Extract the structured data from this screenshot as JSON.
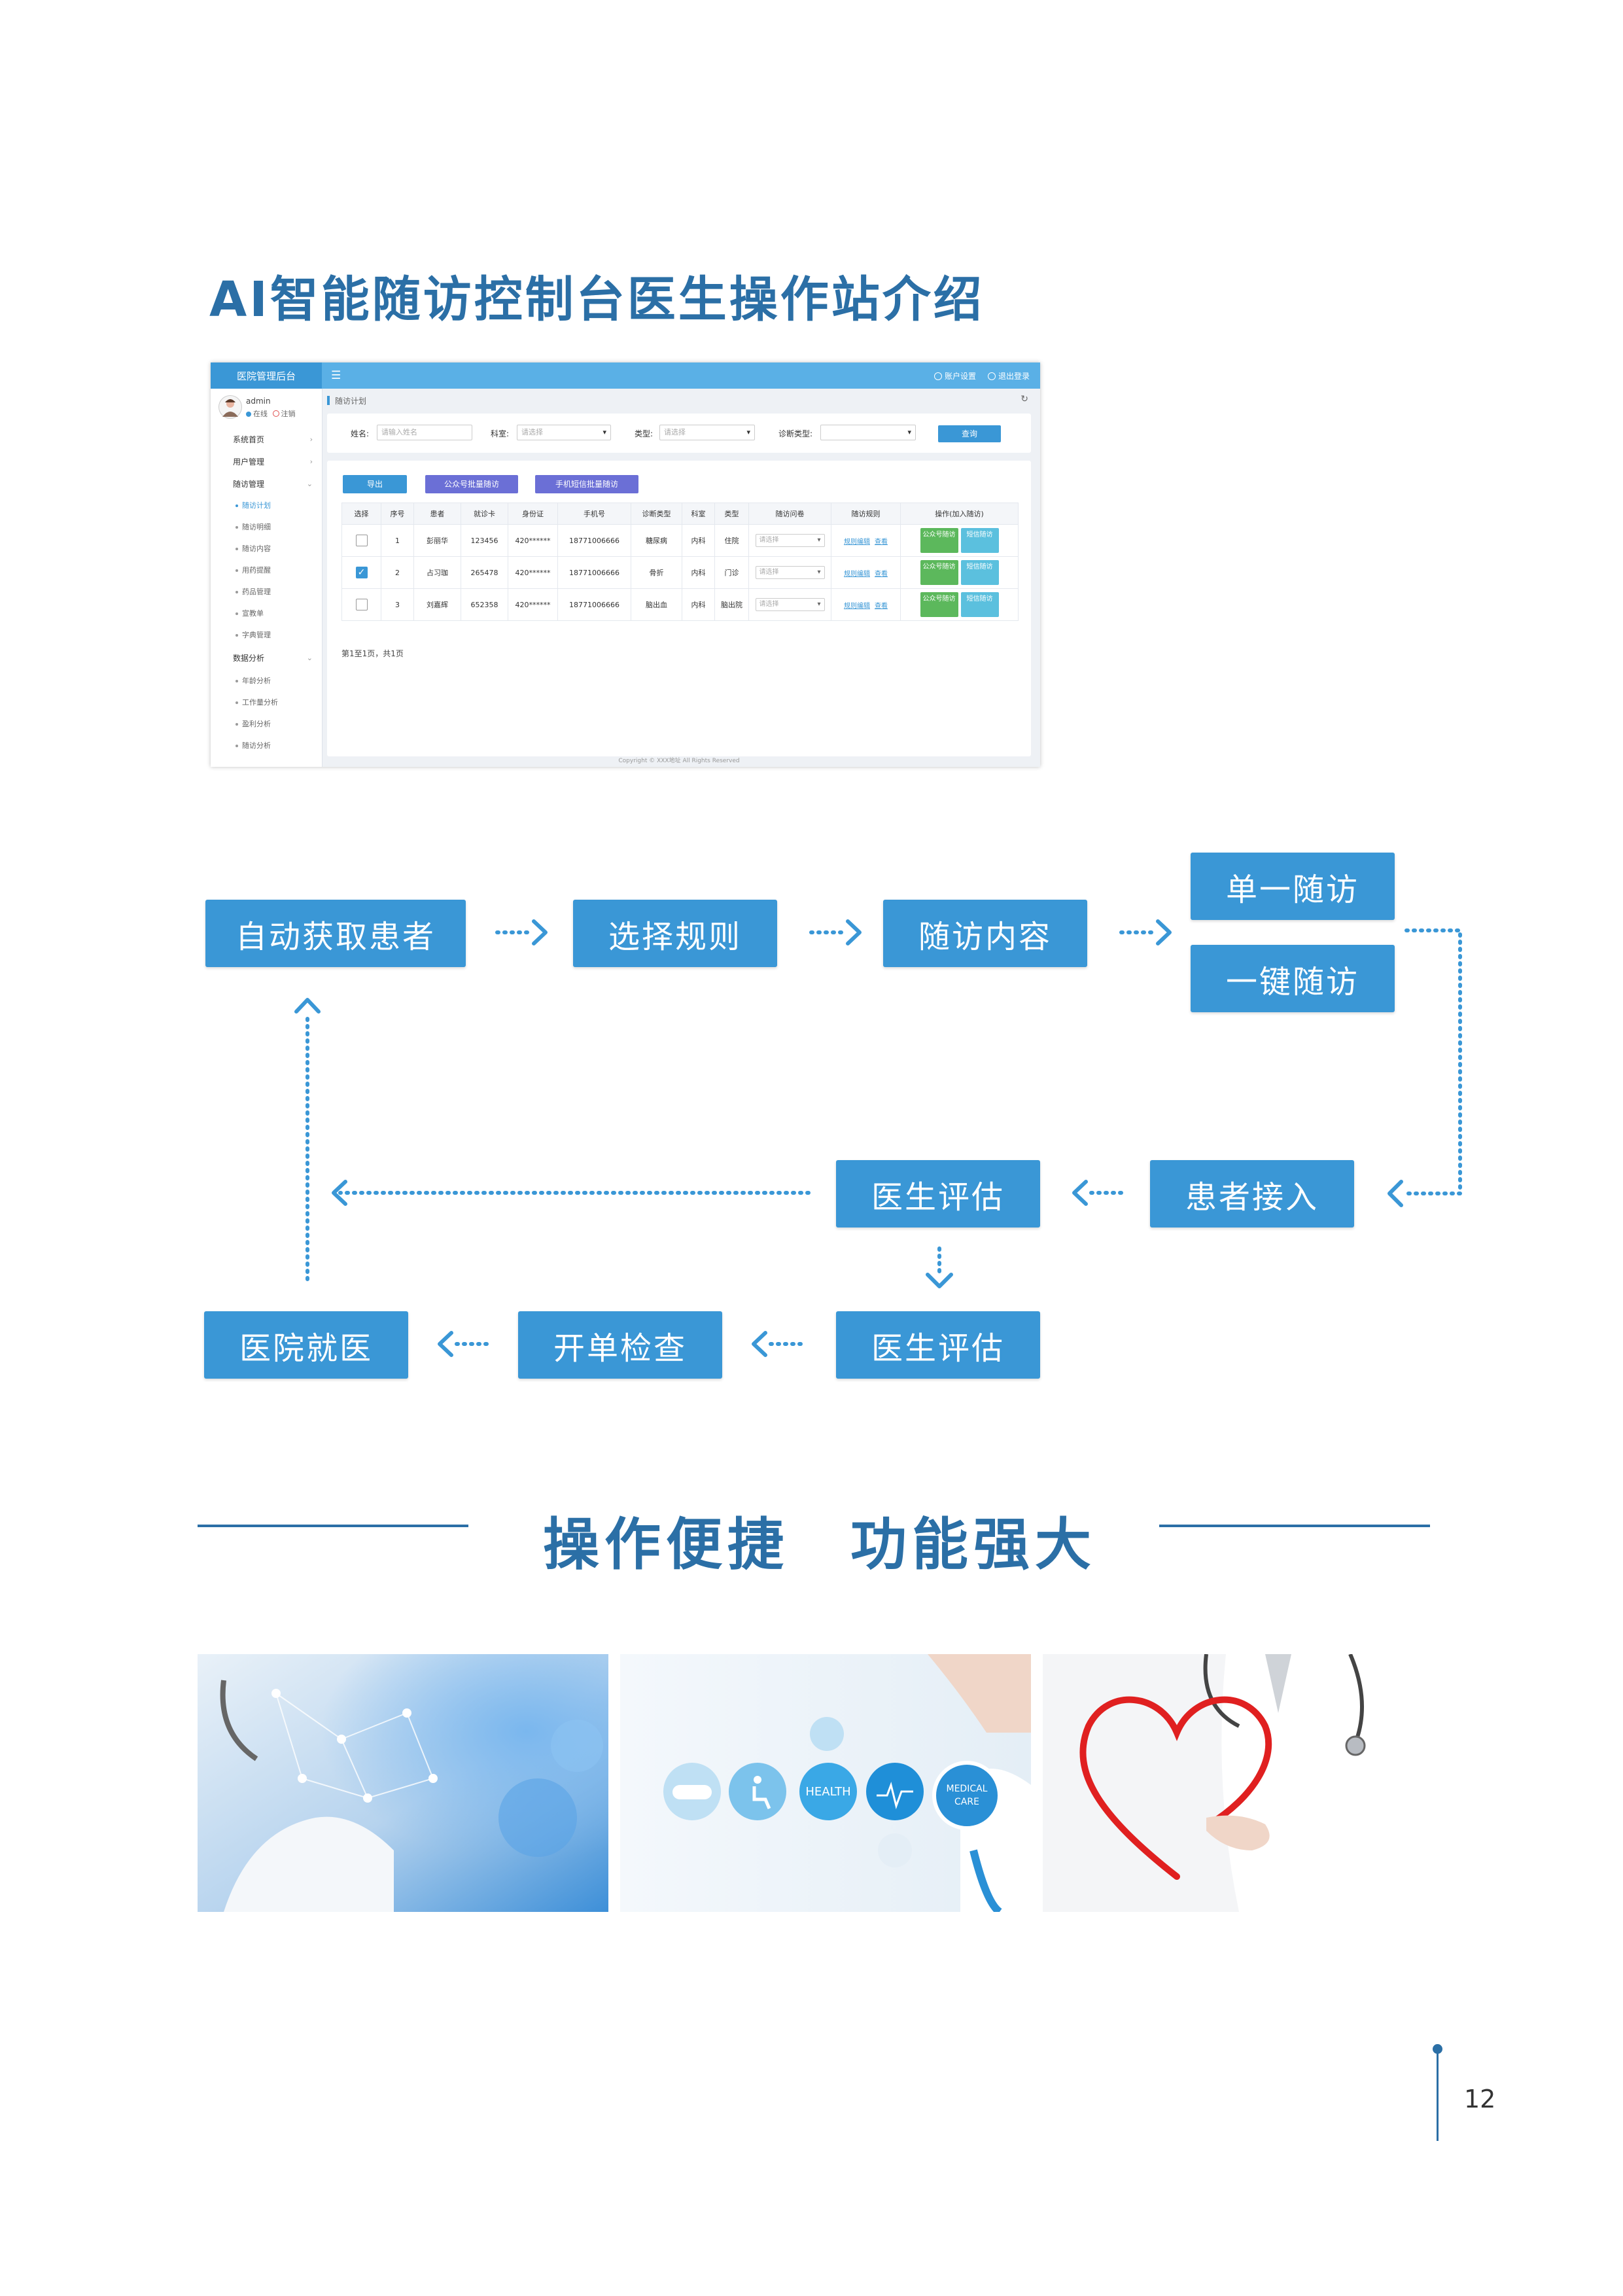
{
  "page": {
    "title": "AI智能随访控制台医生操作站介绍",
    "slogan": "操作便捷　功能强大",
    "page_number": "12"
  },
  "screenshot": {
    "app_title": "医院管理后台",
    "menu_icon": "☰",
    "topbar": {
      "account_settings": "账户设置",
      "logout": "退出登录"
    },
    "user": {
      "name": "admin",
      "online": "在线",
      "logout": "注销"
    },
    "sidebar": {
      "items": [
        {
          "label": "系统首页"
        },
        {
          "label": "用户管理"
        },
        {
          "label": "随访管理"
        }
      ],
      "followup_sub": [
        "随访计划",
        "随访明细",
        "随访内容",
        "用药提醒",
        "药品管理",
        "宣教单",
        "字典管理"
      ],
      "analysis": "数据分析",
      "analysis_sub": [
        "年龄分析",
        "工作量分析",
        "盈利分析",
        "随访分析"
      ]
    },
    "breadcrumb": "随访计划",
    "search": {
      "name_label": "姓名:",
      "name_placeholder": "请输入姓名",
      "dept_label": "科室:",
      "dept_value": "请选择",
      "type_label": "类型:",
      "type_value": "请选择",
      "diag_label": "诊断类型:",
      "diag_value": "",
      "query_button": "查询"
    },
    "actions": {
      "export": "导出",
      "wechat_batch": "公众号批量随访",
      "sms_batch": "手机短信批量随访"
    },
    "table": {
      "headers": [
        "选择",
        "序号",
        "患者",
        "就诊卡",
        "身份证",
        "手机号",
        "诊断类型",
        "科室",
        "类型",
        "随访问卷",
        "随访规则",
        "操作(加入随访)"
      ],
      "rows": [
        {
          "checked": false,
          "no": "1",
          "patient": "彭丽华",
          "card": "123456",
          "id": "420******",
          "phone": "18771006666",
          "diag": "糖尿病",
          "dept": "内科",
          "type": "住院",
          "survey": "请选择",
          "rule_edit": "规则编辑",
          "rule_view": "查看",
          "op1": "公众号随访",
          "op2": "短信随访"
        },
        {
          "checked": true,
          "no": "2",
          "patient": "占习珈",
          "card": "265478",
          "id": "420******",
          "phone": "18771006666",
          "diag": "骨折",
          "dept": "内科",
          "type": "门诊",
          "survey": "请选择",
          "rule_edit": "规则编辑",
          "rule_view": "查看",
          "op1": "公众号随访",
          "op2": "短信随访"
        },
        {
          "checked": false,
          "no": "3",
          "patient": "刘嘉辉",
          "card": "652358",
          "id": "420******",
          "phone": "18771006666",
          "diag": "脑出血",
          "dept": "内科",
          "type": "脑出院",
          "survey": "请选择",
          "rule_edit": "规则编辑",
          "rule_view": "查看",
          "op1": "公众号随访",
          "op2": "短信随访"
        }
      ]
    },
    "paging": "第1至1页，共1页",
    "footer": "Copyright © XXX地址 All Rights Reserved"
  },
  "flow": {
    "auto_fetch": "自动获取患者",
    "select_rule": "选择规则",
    "content": "随访内容",
    "single": "单一随访",
    "one_click": "一键随访",
    "patient_join": "患者接入",
    "doctor_eval_1": "医生评估",
    "doctor_eval_2": "医生评估",
    "checkup": "开单检查",
    "hospital": "医院就医"
  },
  "photos": {
    "health_badge": "HEALTH",
    "medical_badge_1": "MEDICAL",
    "medical_badge_2": "CARE"
  },
  "colors": {
    "primary": "#3a97d6",
    "title": "#2b6fa6",
    "topbar": "#5ab0e6",
    "purple_btn": "#6b6fd6",
    "green_btn": "#5cb85c",
    "cyan_btn": "#5bc0de"
  }
}
